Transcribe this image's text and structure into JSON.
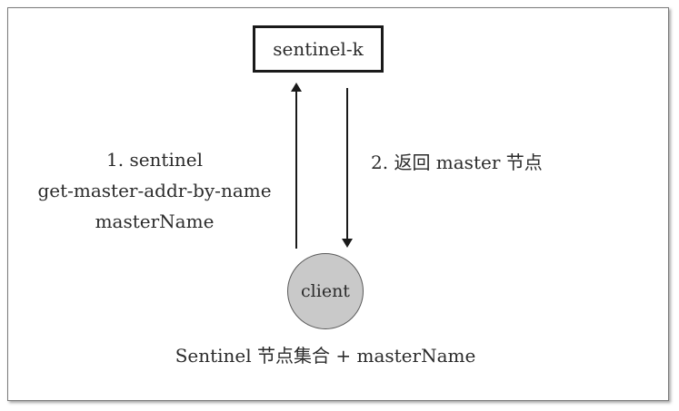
{
  "nodes": {
    "sentinel": "sentinel-k",
    "client": "client"
  },
  "request": {
    "line1": "1. sentinel",
    "line2": "get-master-addr-by-name",
    "line3": "masterName"
  },
  "response": "2. 返回 master 节点",
  "caption": "Sentinel 节点集合 + masterName"
}
